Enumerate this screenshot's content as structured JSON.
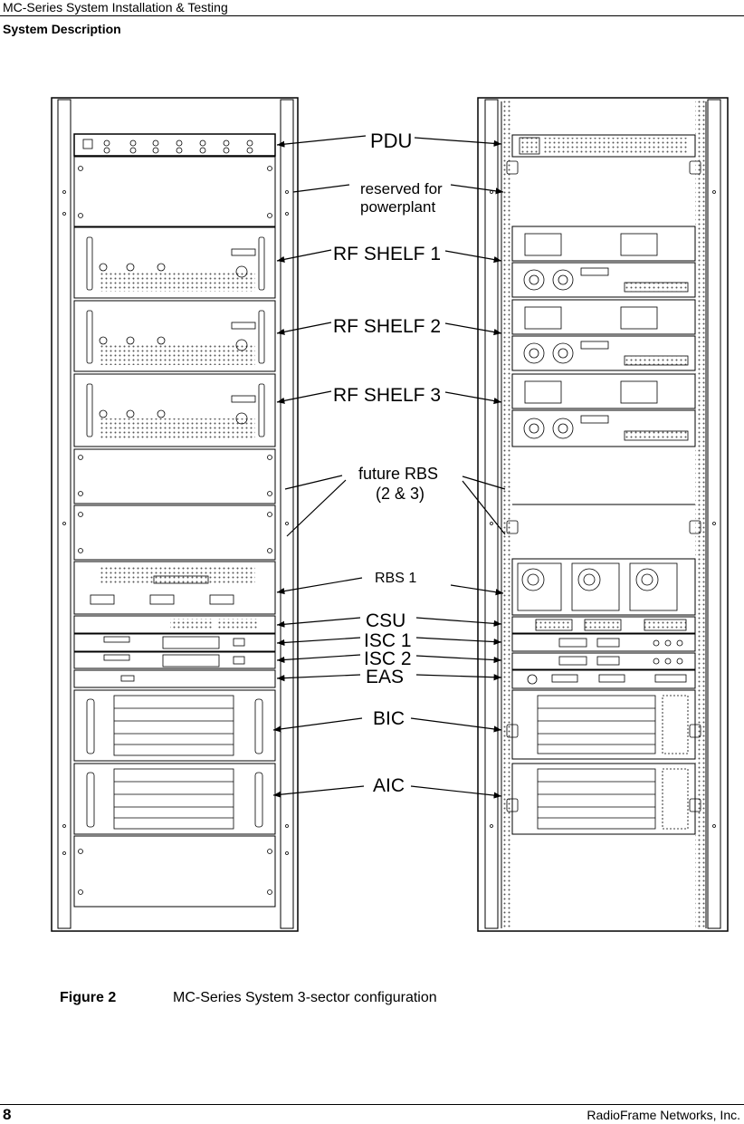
{
  "header": {
    "doc_title": "MC-Series System Installation & Testing",
    "section": "System Description"
  },
  "figure": {
    "callouts": {
      "pdu": "PDU",
      "reserved_line1": "reserved for",
      "reserved_line2": "powerplant",
      "rf_shelf_1": "RF SHELF 1",
      "rf_shelf_2": "RF SHELF 2",
      "rf_shelf_3": "RF SHELF 3",
      "future_rbs_line1": "future RBS",
      "future_rbs_line2": "(2 & 3)",
      "rbs_1": "RBS 1",
      "csu": "CSU",
      "isc_1": "ISC 1",
      "isc_2": "ISC 2",
      "eas": "EAS",
      "bic": "BIC",
      "aic": "AIC"
    },
    "caption_label": "Figure 2",
    "caption_text": "MC-Series System 3-sector configuration"
  },
  "footer": {
    "page_number": "8",
    "company": "RadioFrame Networks, Inc."
  }
}
